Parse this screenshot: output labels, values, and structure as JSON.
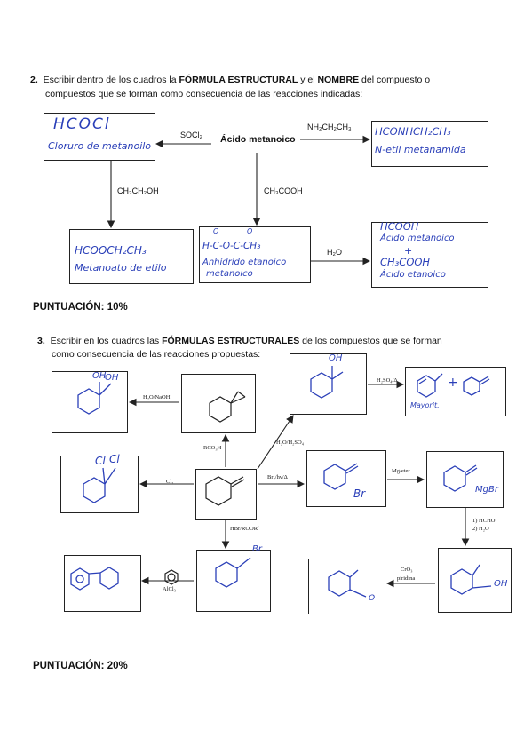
{
  "q2": {
    "number": "2.",
    "line1_a": "Escribir dentro de los cuadros la ",
    "line1_b": "FÓRMULA ESTRUCTURAL",
    "line1_c": " y el ",
    "line1_d": "NOMBRE",
    "line1_e": " del compuesto o",
    "line2": "compuestos que se forman como consecuencia de las reacciones indicadas:",
    "center_compound": "Ácido metanoico",
    "reagents": {
      "socl2": "SOCl₂",
      "amine": "NH₂CH₂CH₃",
      "ethanol": "CH₃CH₂OH",
      "acetic": "CH₃COOH",
      "water": "H₂O"
    },
    "answers": {
      "box1_formula": "HCOCl",
      "box1_name": "Cloruro de metanoilo",
      "box2_formula": "HCONHCH₂CH₃",
      "box2_name": "N-etil metanamida",
      "box3_formula": "HCOOCH₂CH₃",
      "box3_name": "Metanoato de etilo",
      "box4_formula": "H-C-O-C-CH₃",
      "box4_o1": "O",
      "box4_o2": "O",
      "box4_name1": "Anhídrido etanoico",
      "box4_name2": "metanoico",
      "box5_f1": "HCOOH",
      "box5_n1": "Ácido metanoico",
      "box5_plus": "+",
      "box5_f2": "CH₃COOH",
      "box5_n2": "Ácido etanoico"
    },
    "score": "PUNTUACIÓN: 10%"
  },
  "q3": {
    "number": "3.",
    "line1_a": "Escribir en los cuadros las ",
    "line1_b": "FÓRMULAS ESTRUCTURALES",
    "line1_c": " de los compuestos que se forman",
    "line2": "como consecuencia de las reacciones propuestas:",
    "reagents": {
      "h2o_naoh": "H₂O/NaOH",
      "h2so4_heat": "H₂SO₄/Δ",
      "rco3h": "RCO₃H",
      "h2o_h2so4": "H₂O/H₂SO₄",
      "cl2": "Cl₂",
      "br2_hv": "Br₂/hν/Δ",
      "mg_eter": "Mg/eter",
      "hbr_roor": "HBr/ROOR`",
      "hcho": "1) HCHO",
      "h2o": "2) H₂O",
      "alcl3": "AlCl₃",
      "cro3": "CrO₃",
      "piridina": "piridina"
    },
    "annotations": {
      "oh1": "OH",
      "oh2": "OH",
      "plus": "+",
      "mayorit": "Mayorit.",
      "cl1": "Cl",
      "cl2": "Cl",
      "br1": "Br",
      "mgbr": "MgBr",
      "br2": "Br",
      "oh3": "OH",
      "o1": "O"
    },
    "score": "PUNTUACIÓN: 20%"
  }
}
